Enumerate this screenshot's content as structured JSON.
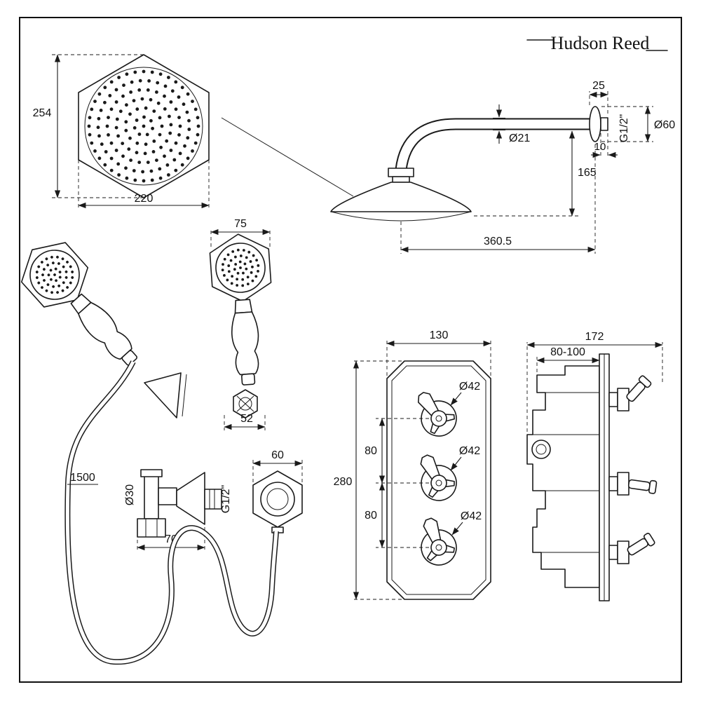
{
  "brand": "Hudson Reed",
  "head_top_view": {
    "height_mm": "254",
    "width_mm": "220"
  },
  "arm_side_view": {
    "wall_offset": "25",
    "arm_diameter": "Ø21",
    "thread": "G1/2\"",
    "flange_diameter": "Ø60",
    "flange_depth": "10",
    "head_drop": "165",
    "reach": "360.5"
  },
  "handset_assembly": {
    "head_width": "75",
    "bracket_offset": "52",
    "hose_length": "1500",
    "outlet_pipe_diameter": "Ø30",
    "outlet_thread": "G1/2\"",
    "outlet_elbow_width": "70",
    "wall_outlet_width": "60"
  },
  "valve_front_view": {
    "width": "130",
    "height": "280",
    "handle_spacing_upper": "80",
    "handle_spacing_lower": "80",
    "handle_diameter_top": "Ø42",
    "handle_diameter_middle": "Ø42",
    "handle_diameter_bottom": "Ø42"
  },
  "valve_side_view": {
    "width": "172",
    "mounting_depth": "80-100"
  }
}
